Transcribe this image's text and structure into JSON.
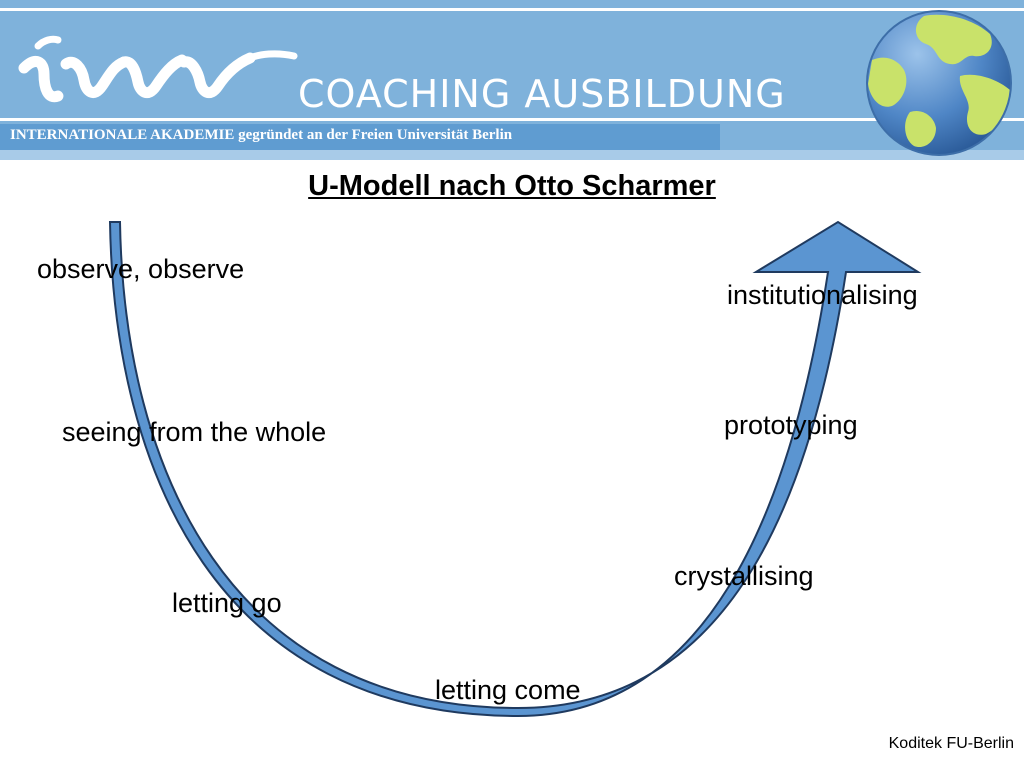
{
  "header": {
    "brand_title": "COACHING  AUSBILDUNG",
    "subtitle": "INTERNATIONALE AKADEMIE gegründet an der Freien Universität Berlin",
    "logo_icon": "iww-logo-icon",
    "globe_icon": "globe-icon"
  },
  "title": "U-Modell nach Otto Scharmer",
  "stages_left": [
    "observe, observe",
    "seeing from the whole",
    "letting go"
  ],
  "stage_bottom": "letting come",
  "stages_right": [
    "crystallising",
    "prototyping",
    "institutionalising"
  ],
  "footer": "Koditek FU-Berlin",
  "colors": {
    "header_bg": "#7fb2db",
    "subtitle_bar": "#5f9cd1",
    "curve_fill": "#5b95d1",
    "curve_stroke": "#1f3a5f",
    "globe_ocean": "#4f86c6",
    "globe_land": "#c9e26a"
  }
}
